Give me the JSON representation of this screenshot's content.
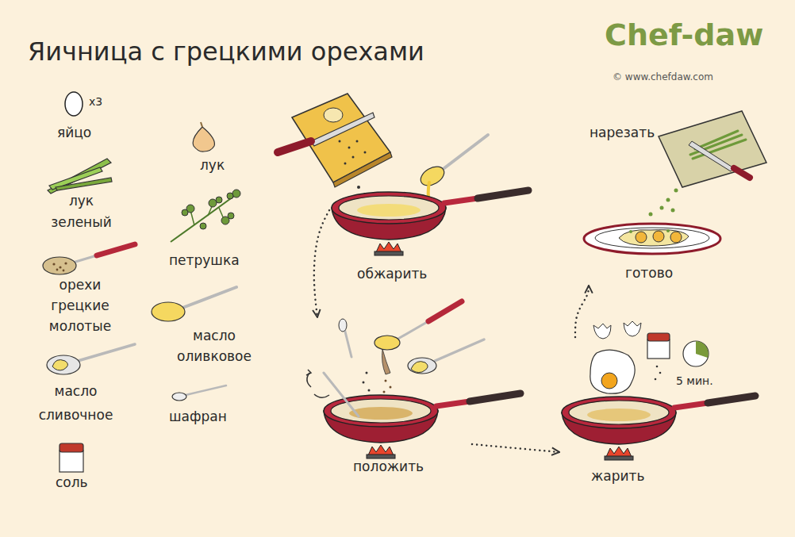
{
  "diagram": {
    "title": "Яичница с грецкими орехами",
    "nodes": [
      {
        "text": [
          "обжарить"
        ]
      },
      {
        "text": [
          "положить"
        ]
      },
      {
        "text": [
          "жарить"
        ]
      },
      {
        "text": [
          "готово"
        ]
      }
    ],
    "edges": [
      {
        "from": 0,
        "to": 1,
        "arrow": "to"
      },
      {
        "from": 1,
        "to": 2,
        "arrow": "to"
      },
      {
        "from": 2,
        "to": 3,
        "arrow": "to"
      }
    ],
    "labels": [
      "Chef-daw",
      "© www.chefdaw.com",
      "x3",
      "яйцо",
      "лук зеленый",
      "орехи грецкие молотые",
      "масло сливочное",
      "соль",
      "лук",
      "петрушка",
      "масло оливковое",
      "шафран",
      "нарезать",
      "5 мин."
    ]
  }
}
